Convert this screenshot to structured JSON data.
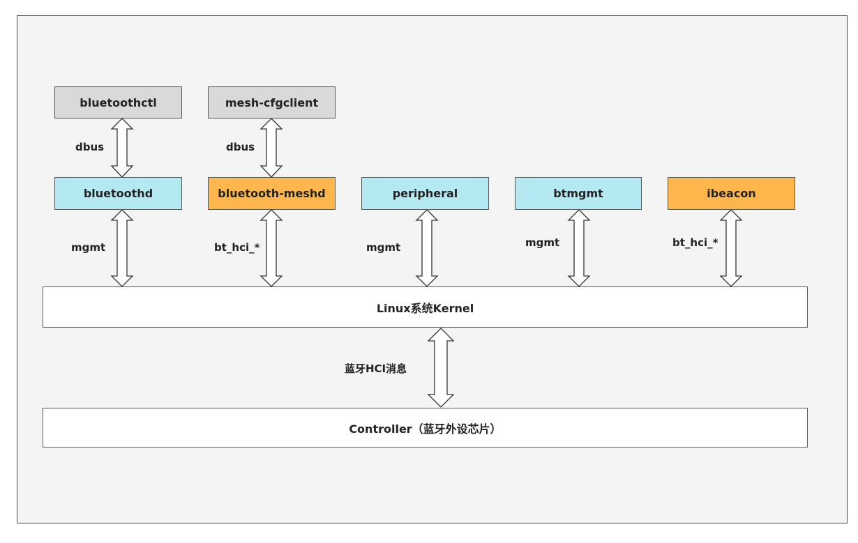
{
  "colors": {
    "app_box": "#d9d9d9",
    "daemon_box": "#b4e9f1",
    "mesh_box": "#ffb64d",
    "layer_box": "#ffffff",
    "background": "#f4f4f4"
  },
  "apps": {
    "bluetoothctl": "bluetoothctl",
    "mesh_cfgclient": "mesh-cfgclient"
  },
  "daemons": {
    "bluetoothd": "bluetoothd",
    "bluetooth_meshd": "bluetooth-meshd",
    "peripheral": "peripheral",
    "btmgmt": "btmgmt",
    "ibeacon": "ibeacon"
  },
  "layers": {
    "kernel": "Linux系统Kernel",
    "controller": "Controller（蓝牙外设芯片）"
  },
  "edge_labels": {
    "dbus_1": "dbus",
    "dbus_2": "dbus",
    "mgmt_bluetoothd": "mgmt",
    "bt_hci_meshd": "bt_hci_*",
    "mgmt_peripheral": "mgmt",
    "mgmt_btmgmt": "mgmt",
    "bt_hci_ibeacon": "bt_hci_*",
    "hci_msg": "蓝牙HCI消息"
  }
}
